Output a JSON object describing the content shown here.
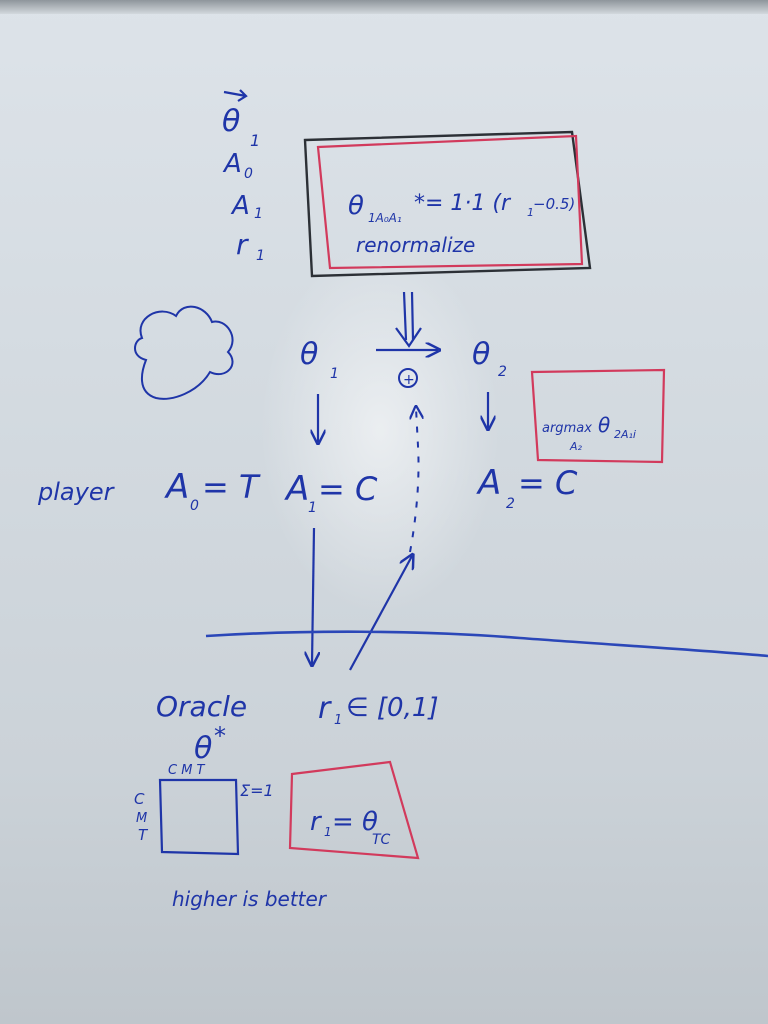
{
  "colors": {
    "ink_blue": "#1f35a8",
    "ink_red": "#d23a5c",
    "ink_black": "#2c3036",
    "board": "#d6dde3"
  },
  "params": {
    "theta_vec": "θ",
    "theta_sub": "1",
    "a0": "A",
    "a0_sub": "0",
    "a1": "A",
    "a1_sub": "1",
    "r1": "r",
    "r1_sub": "1"
  },
  "update_box": {
    "formula_lead": "θ",
    "formula_sub": "1A₀A₁",
    "formula_op": "*= 1·1 (r",
    "formula_r_sub": "1",
    "formula_tail": "−0.5)",
    "renormalize": "renormalize"
  },
  "flow": {
    "theta1": "θ",
    "theta1_sub": "1",
    "theta2": "θ",
    "theta2_sub": "2",
    "plus": "+"
  },
  "argmax_box": {
    "argmax": "argmax",
    "argmax_sub": "A₂",
    "theta": "θ",
    "theta_sub": "2A₁i"
  },
  "player_row": {
    "player": "player",
    "a0_eq": "A",
    "a0_sub": "0",
    "a0_val": "= T",
    "a1_eq": "A",
    "a1_sub": "1",
    "a1_val": "= C",
    "a2_eq": "A",
    "a2_sub": "2",
    "a2_val": "= C"
  },
  "oracle": {
    "oracle": "Oracle",
    "theta_star": "θ",
    "star": "*",
    "reward": "r",
    "reward_sub": "1",
    "reward_range": "∈ [0,1]",
    "matrix_cols": "C M T",
    "matrix_rows": [
      "C",
      "M",
      "T"
    ],
    "sum": "Σ=1",
    "reward_eq": "r",
    "reward_eq_sub": "1",
    "reward_eq_rhs": "= θ",
    "reward_eq_rhs_sub": "TC",
    "note": "higher is better"
  }
}
